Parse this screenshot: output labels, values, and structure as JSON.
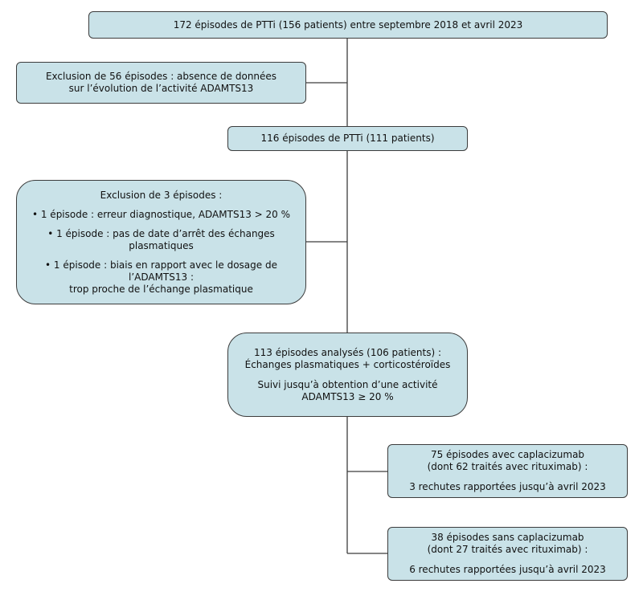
{
  "diagram": {
    "top": {
      "text": "172 épisodes de PTTi (156 patients) entre septembre 2018 et avril 2023"
    },
    "exclusion1": {
      "line1": "Exclusion de 56 épisodes : absence de données",
      "line2": "sur l’évolution de l’activité ADAMTS13"
    },
    "middle": {
      "text": "116 épisodes de PTTi (111 patients)"
    },
    "exclusion2": {
      "title": "Exclusion de 3 épisodes :",
      "bullet1": "• 1 épisode : erreur diagnostique, ADAMTS13 > 20 %",
      "bullet2": "• 1 épisode : pas de date d’arrêt des échanges plasmatiques",
      "bullet3_line1": "• 1 épisode : biais en rapport avec le dosage de l’ADAMTS13 :",
      "bullet3_line2": "trop proche de l’échange plasmatique"
    },
    "analyzed": {
      "line1": "113 épisodes analysés (106 patients) :",
      "line2": "Échanges plasmatiques + corticostéroïdes",
      "line3": "Suivi jusqu’à obtention d’une activité",
      "line4": "ADAMTS13 ≥ 20 %"
    },
    "with_capla": {
      "line1": "75 épisodes avec caplacizumab",
      "line2": "(dont 62 traités avec rituximab) :",
      "line3": "3 rechutes rapportées jusqu’à avril 2023"
    },
    "without_capla": {
      "line1": "38 épisodes sans caplacizumab",
      "line2": "(dont 27 traités avec rituximab) :",
      "line3": "6 rechutes rapportées jusqu’à avril 2023"
    }
  },
  "colors": {
    "box_fill": "#c9e2e8",
    "border": "#3c3c3c"
  }
}
